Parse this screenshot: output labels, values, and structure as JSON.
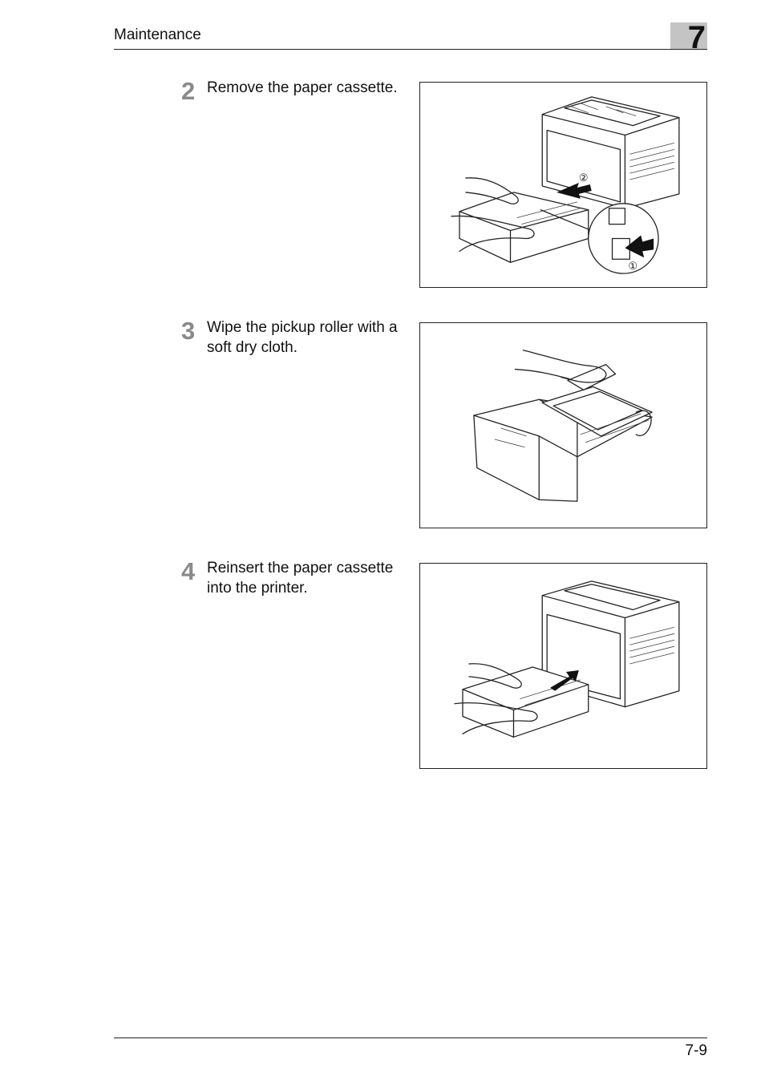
{
  "header": {
    "section_title": "Maintenance",
    "chapter_number": "7"
  },
  "steps": [
    {
      "number": "2",
      "text": "Remove the paper cassette.",
      "figure": {
        "callouts": [
          "②",
          "①"
        ]
      }
    },
    {
      "number": "3",
      "text": "Wipe the pickup roller with a soft dry cloth."
    },
    {
      "number": "4",
      "text": "Reinsert the paper cassette into the printer."
    }
  ],
  "footer": {
    "page_number": "7-9"
  }
}
